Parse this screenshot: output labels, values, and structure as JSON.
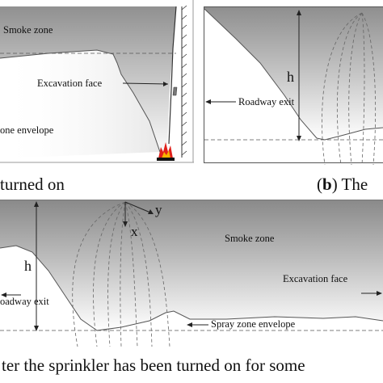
{
  "panel_a": {
    "smoke_zone": "Smoke zone",
    "excavation_face": "Excavation face",
    "envelope_fragment": "one envelope"
  },
  "panel_b": {
    "h_label": "h",
    "roadway_exit": "Roadway exit"
  },
  "panel_c": {
    "h_label": "h",
    "y_axis": "y",
    "x_axis": "x",
    "smoke_zone": "Smoke zone",
    "excavation_face": "Excavation face",
    "roadway_exit_fragment": "oadway exit",
    "spray_zone_envelope": "Spray zone envelope"
  },
  "captions": {
    "a_fragment": "turned on",
    "b_letter": "b",
    "b_open": "(",
    "b_close": ") The",
    "c_fragment": "ter the sprinkler has been turned on for some"
  },
  "colors": {
    "smoke_dark": "#8c8c8c",
    "smoke_light": "#ffffff",
    "fire_red": "#e0201a",
    "outline": "#444444"
  }
}
